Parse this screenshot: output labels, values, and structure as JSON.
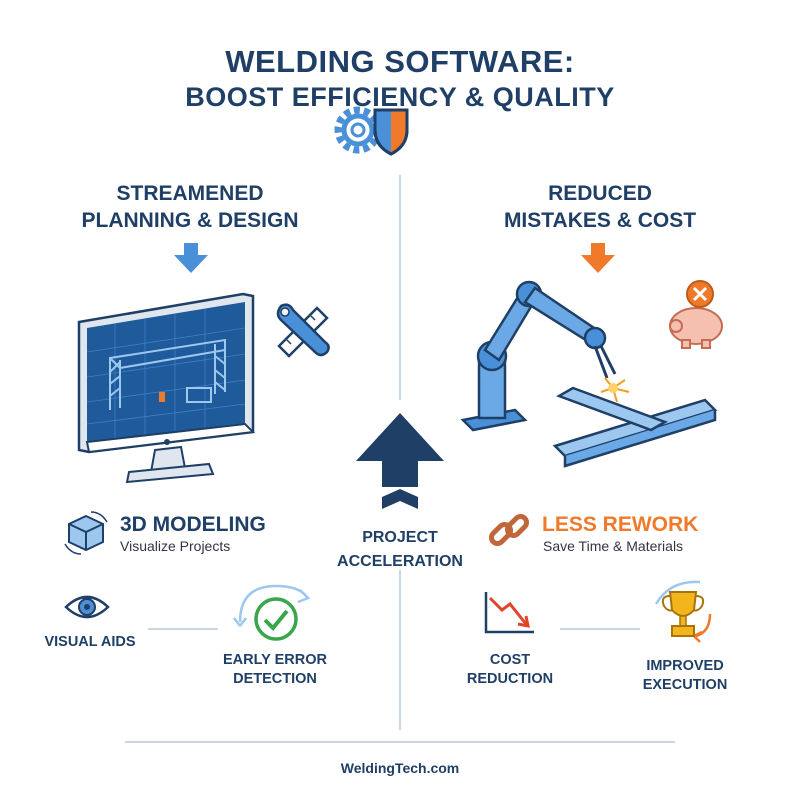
{
  "header": {
    "title_line1": "WELDING SOFTWARE:",
    "title_line2": "BOOST EFFICIENCY & QUALITY",
    "logo_icon": "gear-shield-icon"
  },
  "left": {
    "heading_line1": "STREAMENED",
    "heading_line2": "PLANNING & DESIGN",
    "feature": {
      "title": "3D MODELING",
      "subtitle": "Visualize Projects",
      "icon": "cube-icon"
    },
    "item1": {
      "label": "VISUAL AIDS",
      "icon": "eye-icon"
    },
    "item2": {
      "label_line1": "EARLY ERROR",
      "label_line2": "DETECTION",
      "icon": "check-circle-icon"
    }
  },
  "center": {
    "label_line1": "PROJECT",
    "label_line2": "ACCELERATION",
    "icon": "up-arrow-icon"
  },
  "right": {
    "heading_line1": "REDUCED",
    "heading_line2": "MISTAKES & COST",
    "feature": {
      "title": "LESS REWORK",
      "subtitle": "Save Time & Materials",
      "icon": "chain-link-icon"
    },
    "item1": {
      "label": "COST REDUCTION",
      "icon": "chart-down-icon"
    },
    "item2": {
      "label_line1": "IMPROVED",
      "label_line2": "EXECUTION",
      "icon": "trophy-icon"
    }
  },
  "footer": {
    "text": "WeldingTech.com"
  },
  "colors": {
    "navy": "#1f3f66",
    "blue": "#4a90d9",
    "orange": "#f07a2a",
    "green": "#3aa64a"
  }
}
